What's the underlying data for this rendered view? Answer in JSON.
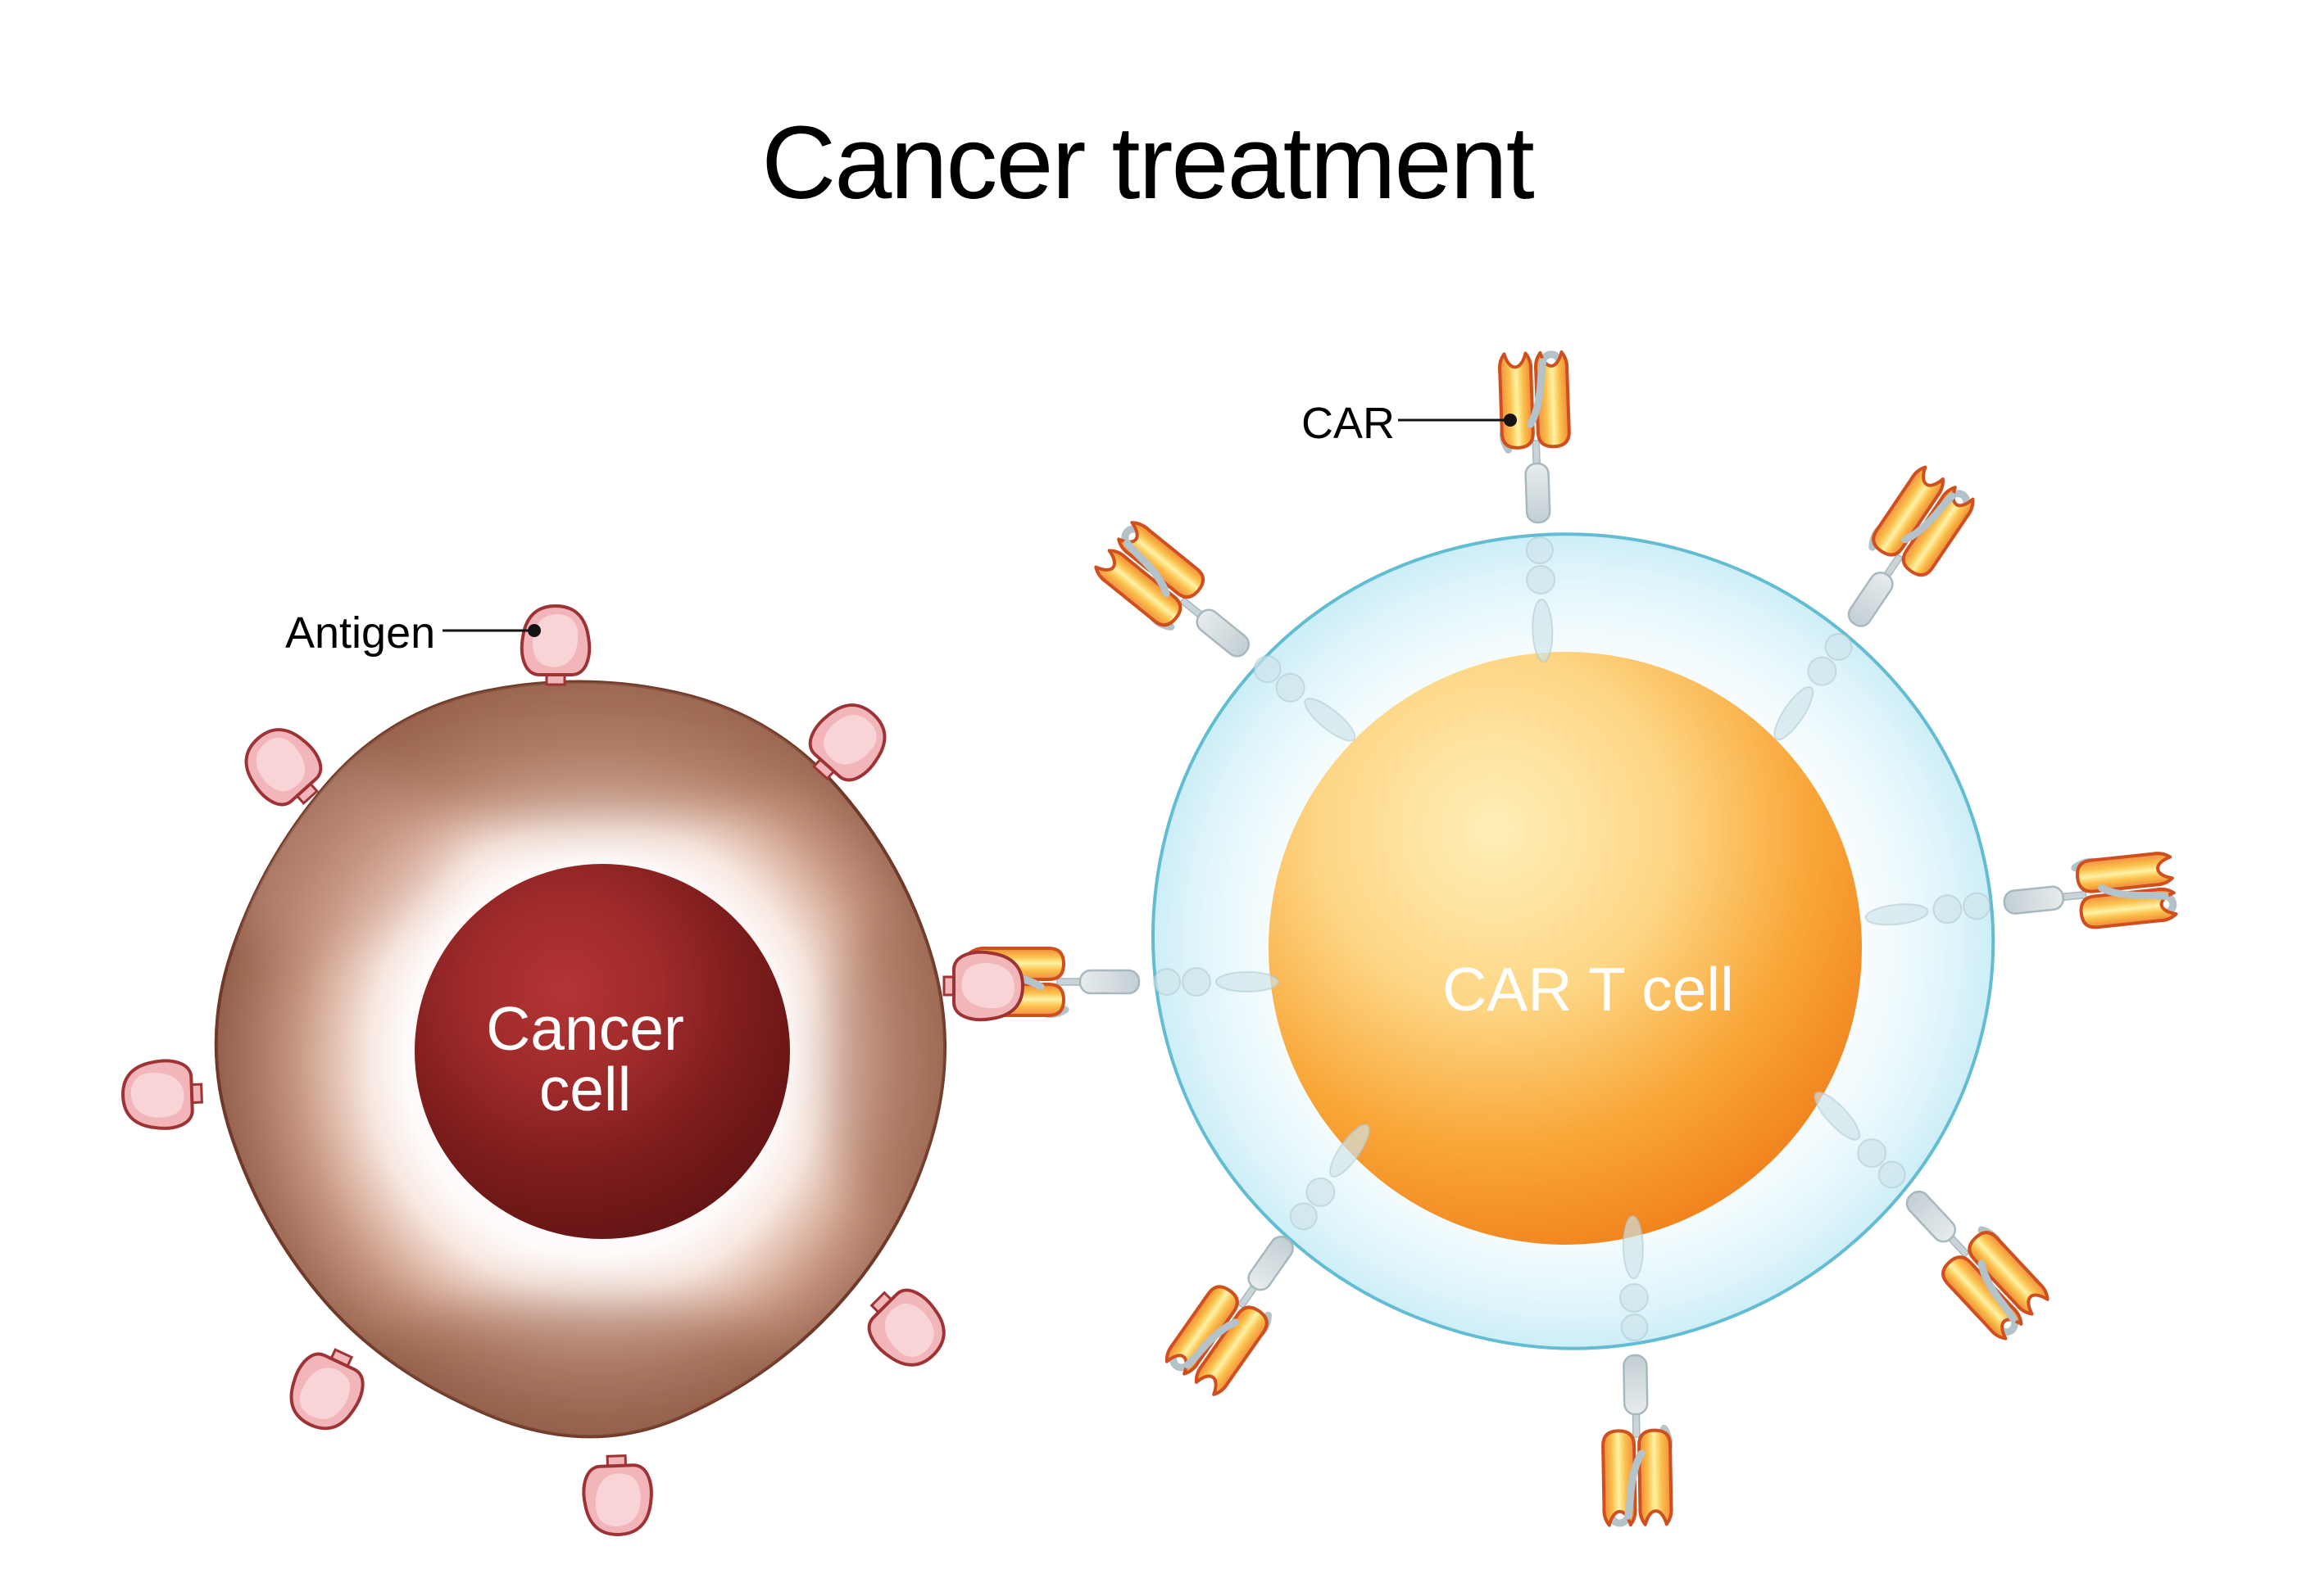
{
  "title": "Cancer treatment",
  "annotations": {
    "car": {
      "label": "CAR"
    },
    "antigen": {
      "label": "Antigen"
    }
  },
  "cells": {
    "cancer_cell": {
      "label_line1": "Cancer",
      "label_line2": "cell",
      "antigen_count": 8,
      "colors": {
        "body": "#a06b57",
        "outline": "#6f3a2a",
        "nucleus": "#7c1c1c",
        "antigen_fill": "#f2b6ba",
        "antigen_outline": "#9e3336"
      }
    },
    "car_t_cell": {
      "label": "CAR T cell",
      "receptor_count": 8,
      "colors": {
        "membrane": "#c9ecf7",
        "outline": "#62bdd2",
        "nucleus": "#f6941f",
        "receptor_fill": "#fbc14c",
        "receptor_outline": "#cf4f1e",
        "receptor_stalk": "#ccd7db"
      }
    }
  },
  "background": "#ffffff",
  "text_colors": {
    "title": "#000000",
    "labels": "#000000",
    "cell_labels": "#ffffff"
  }
}
